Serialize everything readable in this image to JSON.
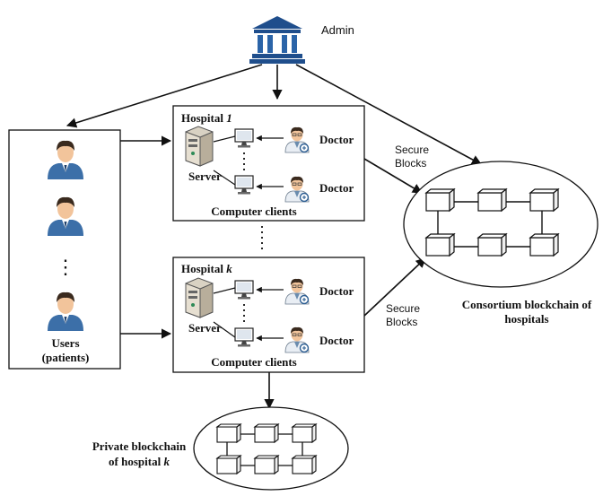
{
  "admin": {
    "label": "Admin",
    "icon": "bank-building-icon"
  },
  "users": {
    "label_line1": "Users",
    "label_line2": "(patients)",
    "icon": "user-avatar-icon",
    "ellipsis": "⋮"
  },
  "hospital_1": {
    "title": "Hospital",
    "index": "1",
    "server_label": "Server",
    "clients_label": "Computer clients",
    "doctors": [
      "Doctor",
      "Doctor"
    ]
  },
  "hospital_k": {
    "title": "Hospital",
    "index": "k",
    "server_label": "Server",
    "clients_label": "Computer clients",
    "doctors": [
      "Doctor",
      "Doctor"
    ]
  },
  "secure_blocks_1": {
    "line1": "Secure",
    "line2": "Blocks"
  },
  "secure_blocks_2": {
    "line1": "Secure",
    "line2": "Blocks"
  },
  "consortium": {
    "line1": "Consortium blockchain of",
    "line2": "hospitals"
  },
  "private_chain": {
    "line1": "Private blockchain",
    "line2_prefix": "of hospital",
    "line2_index": "k"
  },
  "colors": {
    "building": "#1f4e8c",
    "user_shirt": "#3c6fa8",
    "skin": "#f2c49b",
    "hair": "#3a2a1e",
    "block": "#ffffff",
    "stroke": "#111111"
  }
}
